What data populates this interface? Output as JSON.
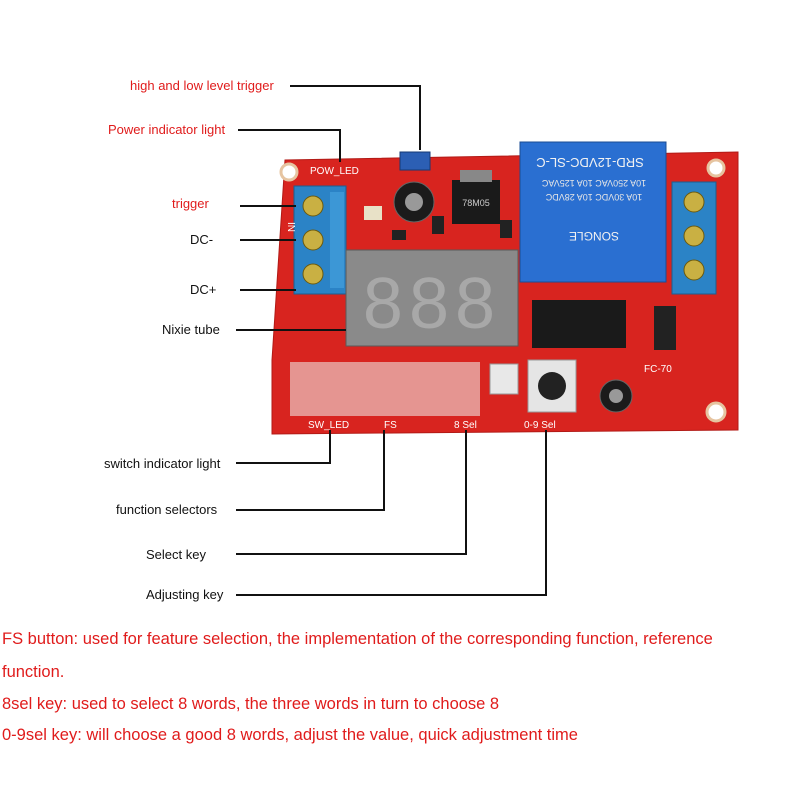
{
  "labels": {
    "trigger_level": "high and low level trigger",
    "power_indicator": "Power indicator light",
    "trigger": "trigger",
    "dc_minus": "DC-",
    "dc_plus": "DC+",
    "nixie_tube": "Nixie tube",
    "switch_indicator": "switch indicator light",
    "function_selectors": "function selectors",
    "select_key": "Select key",
    "adjusting_key": "Adjusting key"
  },
  "board": {
    "pow_led": "POW_LED",
    "sw_led": "SW_LED",
    "fs": "FS",
    "sel8": "8 Sel",
    "sel09": "0-9 Sel",
    "model": "FC-70",
    "relay_model": "SRD-12VDC-SL-C",
    "relay_brand": "SONGLE",
    "relay_spec_1": "10A 250VAC  10A 125VAC",
    "relay_spec_2": "10A 30VDC   10A 28VDC",
    "digits": "888",
    "in": "IN",
    "regulator": "78M05"
  },
  "notes": [
    "FS button: used for feature selection, the implementation of the corresponding function, reference",
    "function.",
    "8sel key: used to select 8 words, the three words in turn to choose 8",
    "0-9sel key: will choose a good 8 words, adjust the value, quick adjustment time"
  ],
  "colors": {
    "pcb": "#d8241f",
    "relay": "#2a6fd1",
    "terminal": "#2b83c6",
    "label_red": "#e01b1b",
    "display": "#8a8a8a"
  }
}
